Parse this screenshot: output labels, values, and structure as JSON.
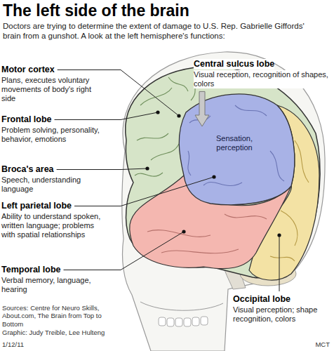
{
  "diagram": {
    "title": "The left side of the brain",
    "caption": "Doctors are trying to determine the extent of damage to U.S. Rep. Gabrielle Giffords' brain from a gunshot. A look at the left hemisphere's functions:",
    "nodes": [
      {
        "text": [
          "Sensation, perception"
        ]
      }
    ],
    "labels": [
      "Motor cortex",
      "Plans, executes voluntary movements of body's right side",
      "Frontal lobe",
      "Problem solving, personality, behavior, emotions",
      "Broca's area",
      "Speech, understanding language",
      "Left parietal lobe",
      "Ability to understand spoken, written language; problems with spatial relationships",
      "Temporal lobe",
      "Verbal memory, language, hearing",
      "Central sulcus lobe",
      "Visual reception, recognition of shapes, colors",
      "Occipital lobe",
      "Visual perception; shape recognition, colors",
      "Sources: Centre for Neuro Skills, About.com, The Brain from Top to Bottom",
      "Graphic: Judy Treible, Lee Hulteng",
      "1/12/11",
      "MCT"
    ]
  }
}
